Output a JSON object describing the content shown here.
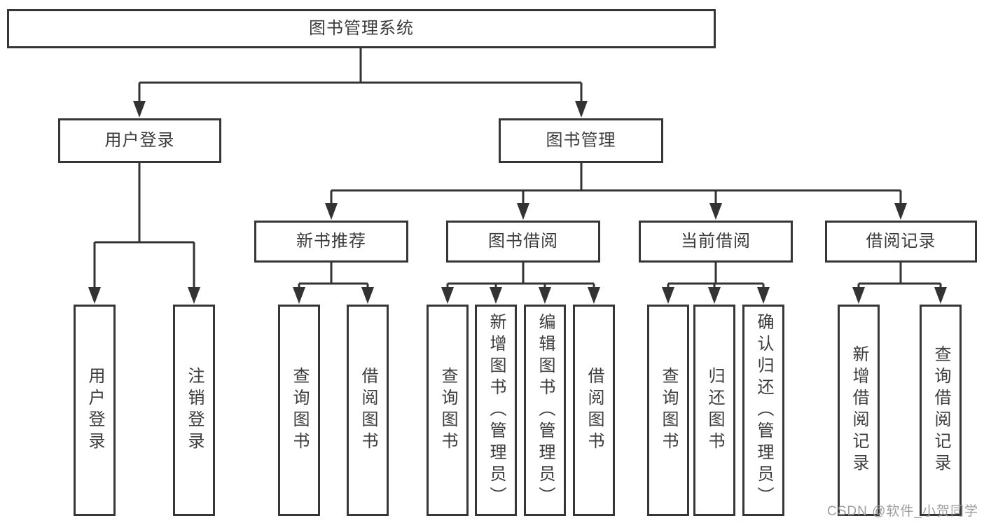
{
  "diagram": {
    "tree": {
      "label": "图书管理系统",
      "children": [
        {
          "label": "用户登录",
          "children": [
            {
              "label": "用户登录"
            },
            {
              "label": "注销登录"
            }
          ]
        },
        {
          "label": "图书管理",
          "children": [
            {
              "label": "新书推荐",
              "children": [
                {
                  "label": "查询图书"
                },
                {
                  "label": "借阅图书"
                }
              ]
            },
            {
              "label": "图书借阅",
              "children": [
                {
                  "label": "查询图书"
                },
                {
                  "label": "新增图书（管理员）"
                },
                {
                  "label": "编辑图书（管理员）"
                },
                {
                  "label": "借阅图书"
                }
              ]
            },
            {
              "label": "当前借阅",
              "children": [
                {
                  "label": "查询图书"
                },
                {
                  "label": "归还图书"
                },
                {
                  "label": "确认归还（管理员）"
                }
              ]
            },
            {
              "label": "借阅记录",
              "children": [
                {
                  "label": "新增借阅记录"
                },
                {
                  "label": "查询借阅记录"
                }
              ]
            }
          ]
        }
      ]
    },
    "watermark": "CSDN @软件_小贺同学",
    "colors": {
      "line": "#333333",
      "border": "#363636",
      "text": "#3c3c3c",
      "watermark": "#9e9e9e",
      "background": "#ffffff"
    }
  }
}
